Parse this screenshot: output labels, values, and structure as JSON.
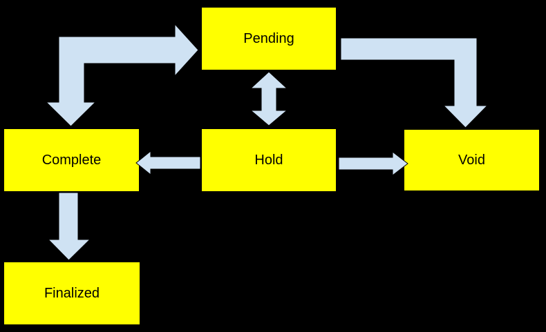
{
  "diagram": {
    "type": "flowchart",
    "nodes": {
      "pending": {
        "label": "Pending"
      },
      "complete": {
        "label": "Complete"
      },
      "hold": {
        "label": "Hold"
      },
      "void": {
        "label": "Void"
      },
      "finalized": {
        "label": "Finalized"
      }
    },
    "edges": [
      {
        "from": "Pending",
        "to": "Complete",
        "direction": "both",
        "shape": "elbow"
      },
      {
        "from": "Pending",
        "to": "Hold",
        "direction": "both",
        "shape": "straight-vertical"
      },
      {
        "from": "Pending",
        "to": "Void",
        "direction": "one-way",
        "shape": "elbow"
      },
      {
        "from": "Hold",
        "to": "Complete",
        "direction": "one-way",
        "shape": "straight-horizontal"
      },
      {
        "from": "Hold",
        "to": "Void",
        "direction": "one-way",
        "shape": "straight-horizontal"
      },
      {
        "from": "Complete",
        "to": "Finalized",
        "direction": "one-way",
        "shape": "straight-vertical"
      }
    ]
  },
  "colors": {
    "background": "#000000",
    "node_fill": "#ffff00",
    "node_border": "#000000",
    "node_text": "#000000",
    "arrow_fill": "#cfe2f3",
    "arrow_stroke": "#000000"
  }
}
